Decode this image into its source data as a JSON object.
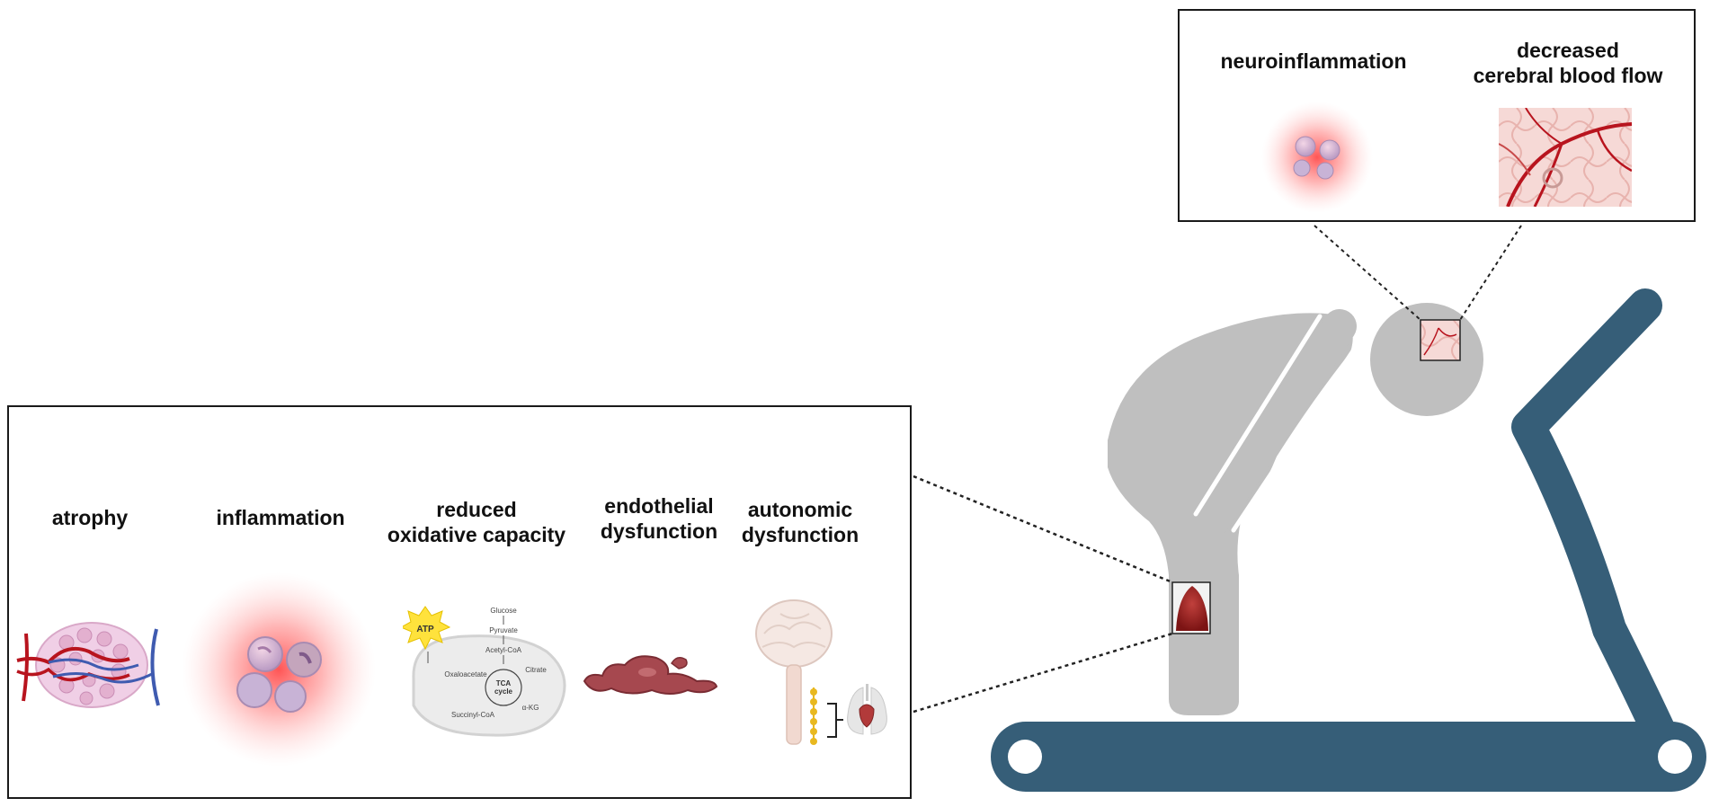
{
  "brain_panel": {
    "neuroinflammation": "neuroinflammation",
    "cbf_line1": "decreased",
    "cbf_line2": "cerebral blood flow"
  },
  "muscle_panel": {
    "atrophy": "atrophy",
    "inflammation": "inflammation",
    "oxidative_line1": "reduced",
    "oxidative_line2": "oxidative capacity",
    "endothelial_line1": "endothelial",
    "endothelial_line2": "dysfunction",
    "autonomic_line1": "autonomic",
    "autonomic_line2": "dysfunction"
  },
  "tca": {
    "atp": "ATP",
    "glucose": "Glucose",
    "pyruvate": "Pyruvate",
    "acetyl_coa": "Acetyl-CoA",
    "oxaloacetate": "Oxaloacetate",
    "citrate": "Citrate",
    "tca_cycle_1": "TCA",
    "tca_cycle_2": "cycle",
    "succinyl_coa": "Succinyl-CoA",
    "akg": "α-KG"
  },
  "colors": {
    "treadmill": "#365e78",
    "figure": "#bfbfbf",
    "vessel_red": "#b8141e",
    "vessel_blue": "#3f5bb0",
    "glow": "#ff5a5a"
  }
}
